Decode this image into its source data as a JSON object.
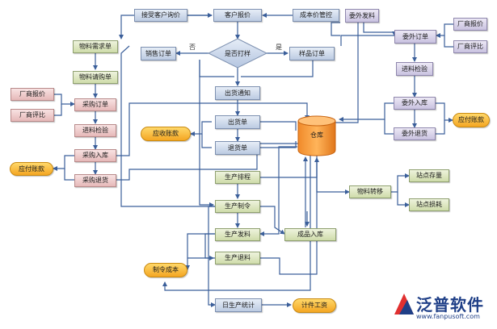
{
  "nodes": {
    "customer_inquiry": "接受客户询价",
    "customer_quote": "客户报价",
    "cost_control": "成本价管控",
    "outsource_material": "委外发料",
    "material_demand": "物料需求单",
    "material_request": "物料请购单",
    "supplier_quote_left": "厂商报价",
    "supplier_eval_left": "厂商评比",
    "purchase_order": "采购订单",
    "incoming_inspect": "进料检验",
    "purchase_inbound": "采购入库",
    "purchase_return": "采购退货",
    "payable_left": "应付账款",
    "sales_order": "销售订单",
    "is_sample": "是否打样",
    "sample_order": "样品订单",
    "ship_notice": "出货通知",
    "receivable": "应收账款",
    "shipment": "出货单",
    "sales_return": "退货单",
    "warehouse": "仓库",
    "production_schedule": "生产排程",
    "production_order": "生产制令",
    "production_issue": "生产发料",
    "production_return": "生产退料",
    "finished_inbound": "成品入库",
    "order_cost": "制令成本",
    "daily_stats": "日生产统计",
    "piece_wage": "计件工资",
    "material_transfer": "物料转移",
    "site_stock": "站点存量",
    "site_consumption": "站点损耗",
    "outsource_order": "委外订单",
    "supplier_quote_right": "厂商报价",
    "supplier_eval_right": "厂商评比",
    "outsource_inspect": "进料检验",
    "outsource_inbound": "委外入库",
    "outsource_return": "委外退货",
    "payable_right": "应付账款"
  },
  "edge_labels": {
    "no": "否",
    "yes": "是"
  },
  "logo": {
    "brand": "泛普软件",
    "url": "www.fanpusoft.com"
  },
  "colors": {
    "edge": "#3b5f9a",
    "blue_box": "#bccbe2",
    "green_box": "#cfdcaa",
    "pink_box": "#e6b8b8",
    "lavender_box": "#c9c2e0",
    "orange_pill": "#f4a623",
    "brand": "#1f3f87"
  }
}
